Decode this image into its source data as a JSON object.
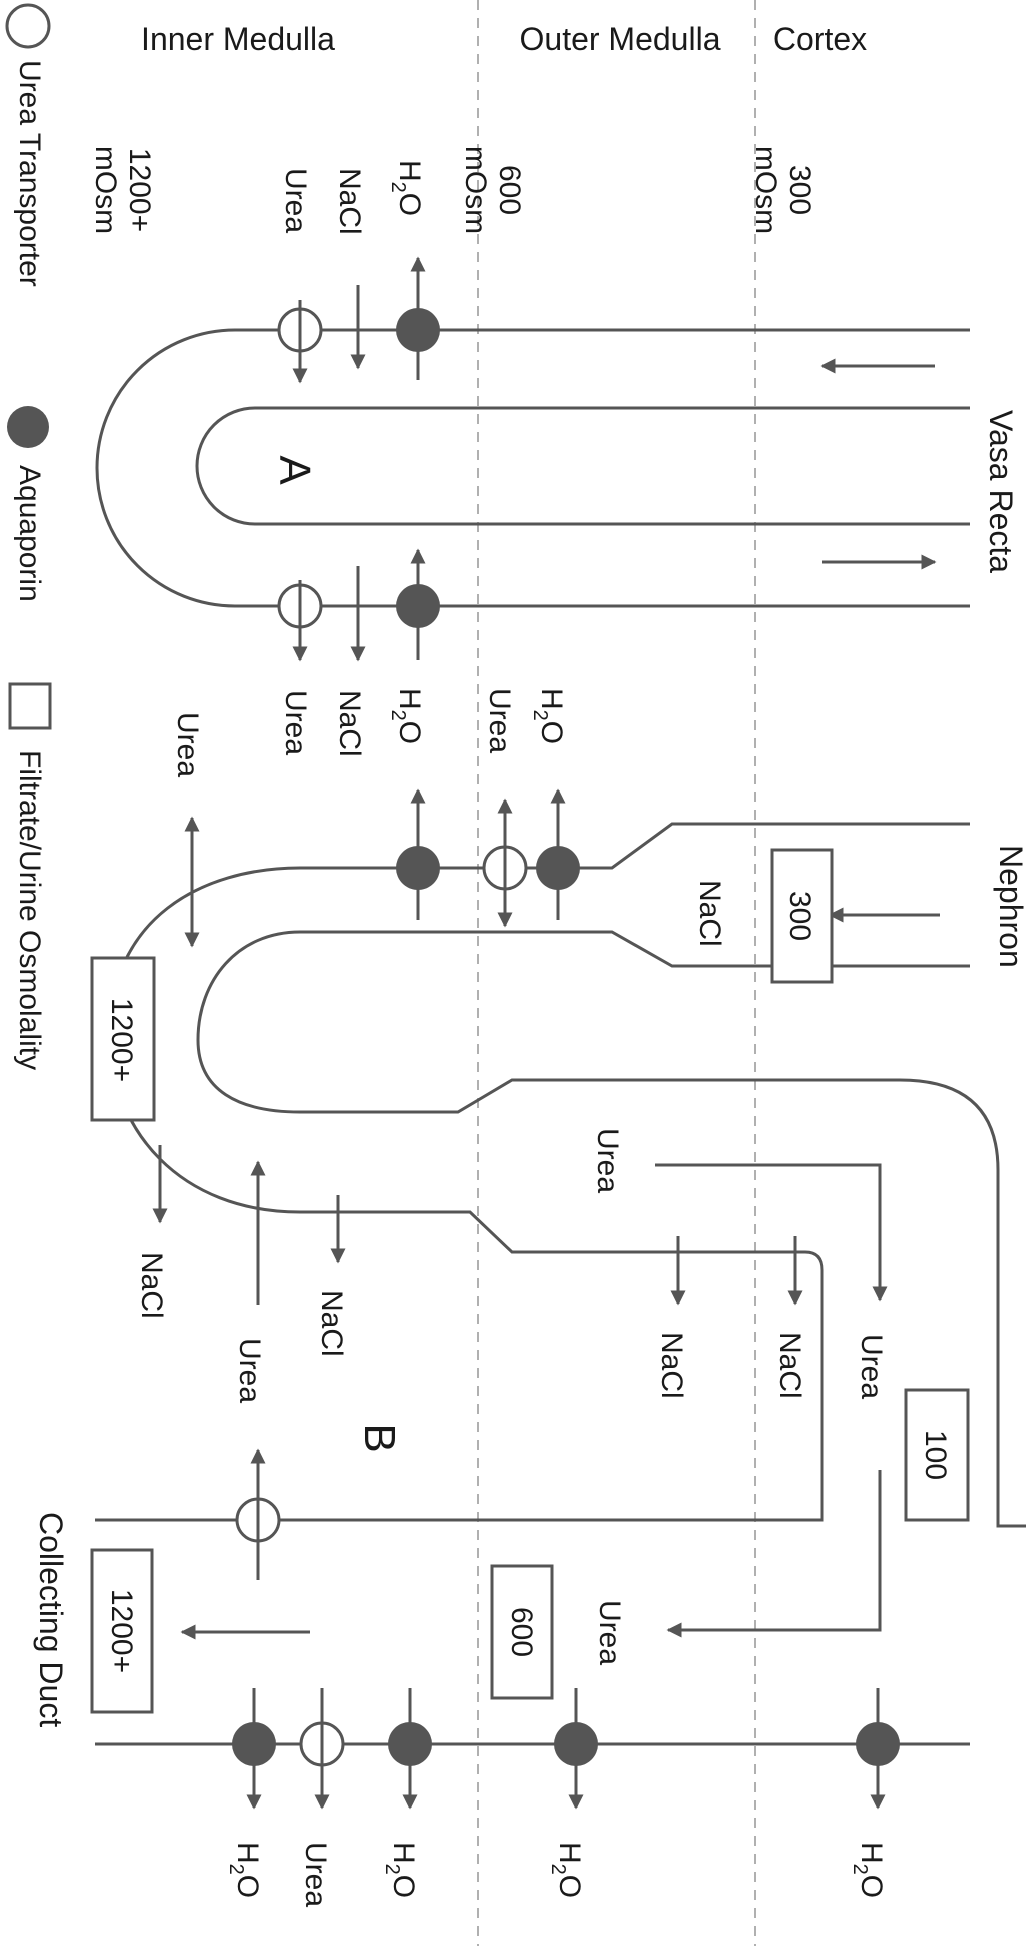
{
  "zones": {
    "inner_medulla": "Inner Medulla",
    "outer_medulla": "Outer Medulla",
    "cortex": "Cortex"
  },
  "osmolarity_labels": {
    "inner": "1200+\nmOsm",
    "outer": "600\nmOsm",
    "cortex": "300\nmOsm"
  },
  "legend": {
    "urea_transporter": "Urea Transporter",
    "aquaporin": "Aquaporin",
    "osmolality": "Filtrate/Urine Osmolality"
  },
  "structures": {
    "vasa_recta": "Vasa Recta",
    "nephron": "Nephron",
    "collecting_duct": "Collecting Duct",
    "label_a": "A",
    "label_b": "B"
  },
  "boxes": {
    "nephron_in": "300",
    "loop_tip": "1200+",
    "distal": "100",
    "cd_outer": "600",
    "cd_inner": "1200+"
  },
  "solutes": {
    "water": "H",
    "water_sub": "2",
    "water_tail": "O",
    "nacl": "NaCl",
    "urea": "Urea"
  },
  "colors": {
    "line": "#555555",
    "aquaporin": "#555555",
    "divider": "#b0b0b0"
  },
  "icons": [
    "urea-transporter-symbol",
    "aquaporin-symbol",
    "osmolality-box-symbol"
  ]
}
